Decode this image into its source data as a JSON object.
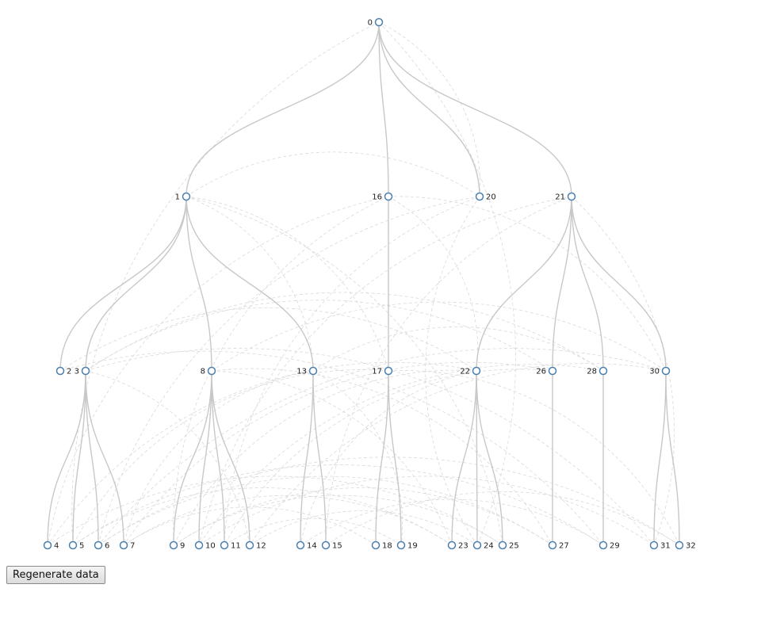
{
  "controls": {
    "regenerate_label": "Regenerate data"
  },
  "colors": {
    "node_stroke": "#4a7fb0",
    "tree_link": "#c8c8c8",
    "cross_link": "#d9d9d9"
  },
  "tree": {
    "nodes": [
      {
        "id": "0",
        "parent": null,
        "label_side": "left"
      },
      {
        "id": "1",
        "parent": "0",
        "label_side": "left"
      },
      {
        "id": "16",
        "parent": "0",
        "label_side": "left"
      },
      {
        "id": "20",
        "parent": "0",
        "label_side": "right"
      },
      {
        "id": "21",
        "parent": "0",
        "label_side": "left"
      },
      {
        "id": "2",
        "parent": "1",
        "label_side": "right"
      },
      {
        "id": "3",
        "parent": "1",
        "label_side": "left"
      },
      {
        "id": "8",
        "parent": "1",
        "label_side": "left"
      },
      {
        "id": "13",
        "parent": "1",
        "label_side": "left"
      },
      {
        "id": "17",
        "parent": "16",
        "label_side": "left"
      },
      {
        "id": "22",
        "parent": "21",
        "label_side": "left"
      },
      {
        "id": "26",
        "parent": "21",
        "label_side": "left"
      },
      {
        "id": "28",
        "parent": "21",
        "label_side": "left"
      },
      {
        "id": "30",
        "parent": "21",
        "label_side": "left"
      },
      {
        "id": "4",
        "parent": "3",
        "label_side": "right"
      },
      {
        "id": "5",
        "parent": "3",
        "label_side": "right"
      },
      {
        "id": "6",
        "parent": "3",
        "label_side": "right"
      },
      {
        "id": "7",
        "parent": "3",
        "label_side": "right"
      },
      {
        "id": "9",
        "parent": "8",
        "label_side": "right"
      },
      {
        "id": "10",
        "parent": "8",
        "label_side": "right"
      },
      {
        "id": "11",
        "parent": "8",
        "label_side": "right"
      },
      {
        "id": "12",
        "parent": "8",
        "label_side": "right"
      },
      {
        "id": "14",
        "parent": "13",
        "label_side": "right"
      },
      {
        "id": "15",
        "parent": "13",
        "label_side": "right"
      },
      {
        "id": "18",
        "parent": "17",
        "label_side": "right"
      },
      {
        "id": "19",
        "parent": "17",
        "label_side": "right"
      },
      {
        "id": "23",
        "parent": "22",
        "label_side": "right"
      },
      {
        "id": "24",
        "parent": "22",
        "label_side": "right"
      },
      {
        "id": "25",
        "parent": "22",
        "label_side": "right"
      },
      {
        "id": "27",
        "parent": "26",
        "label_side": "right"
      },
      {
        "id": "29",
        "parent": "28",
        "label_side": "right"
      },
      {
        "id": "31",
        "parent": "30",
        "label_side": "right"
      },
      {
        "id": "32",
        "parent": "30",
        "label_side": "right"
      }
    ],
    "cross_links": [
      [
        "0",
        "20"
      ],
      [
        "0",
        "5"
      ],
      [
        "0",
        "24"
      ],
      [
        "1",
        "20"
      ],
      [
        "1",
        "17"
      ],
      [
        "1",
        "25"
      ],
      [
        "1",
        "13"
      ],
      [
        "16",
        "4"
      ],
      [
        "16",
        "22"
      ],
      [
        "16",
        "9"
      ],
      [
        "16",
        "30"
      ],
      [
        "20",
        "6"
      ],
      [
        "20",
        "11"
      ],
      [
        "20",
        "24"
      ],
      [
        "21",
        "31"
      ],
      [
        "21",
        "15"
      ],
      [
        "21",
        "10"
      ],
      [
        "2",
        "29"
      ],
      [
        "2",
        "22"
      ],
      [
        "3",
        "31"
      ],
      [
        "3",
        "12"
      ],
      [
        "3",
        "26"
      ],
      [
        "8",
        "27"
      ],
      [
        "8",
        "30"
      ],
      [
        "8",
        "23"
      ],
      [
        "13",
        "19"
      ],
      [
        "13",
        "7"
      ],
      [
        "13",
        "28"
      ],
      [
        "17",
        "5"
      ],
      [
        "17",
        "32"
      ],
      [
        "22",
        "4"
      ],
      [
        "22",
        "14"
      ],
      [
        "22",
        "9"
      ],
      [
        "26",
        "7"
      ],
      [
        "26",
        "11"
      ],
      [
        "28",
        "10"
      ],
      [
        "28",
        "3"
      ],
      [
        "30",
        "6"
      ],
      [
        "30",
        "12"
      ],
      [
        "4",
        "25"
      ],
      [
        "5",
        "29"
      ],
      [
        "6",
        "32"
      ],
      [
        "7",
        "23"
      ],
      [
        "9",
        "27"
      ],
      [
        "10",
        "31"
      ],
      [
        "11",
        "19"
      ],
      [
        "12",
        "24"
      ],
      [
        "14",
        "29"
      ],
      [
        "15",
        "32"
      ],
      [
        "18",
        "7"
      ],
      [
        "23",
        "5"
      ],
      [
        "27",
        "6"
      ],
      [
        "25",
        "9"
      ]
    ]
  }
}
